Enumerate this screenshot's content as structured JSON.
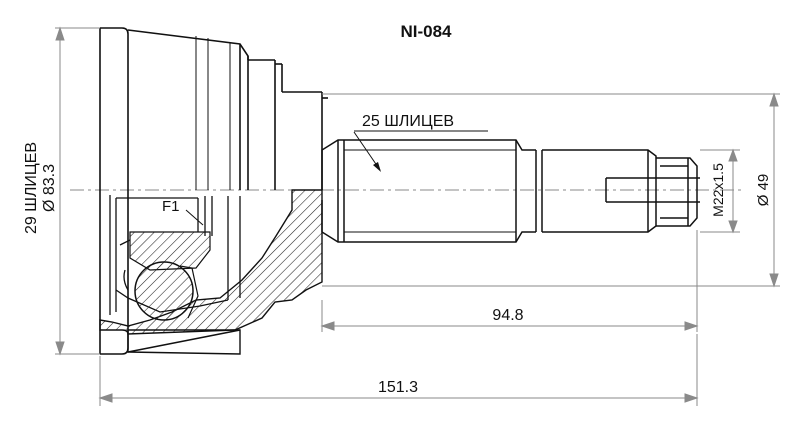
{
  "diagram": {
    "part_number": "NI-084",
    "labels": {
      "outer_splines": "25 ШЛИЦЕВ",
      "inner_splines_count": "29 ШЛИЦЕВ",
      "inner_diameter": "Ø 83.3",
      "thread": "M22x1.5",
      "abs_diameter": "Ø 49",
      "shaft_length": "94.8",
      "total_length": "151.3",
      "feature": "F1"
    },
    "colors": {
      "line": "#111111",
      "dim_line": "#8a8a8a",
      "hatch": "#222222"
    }
  }
}
